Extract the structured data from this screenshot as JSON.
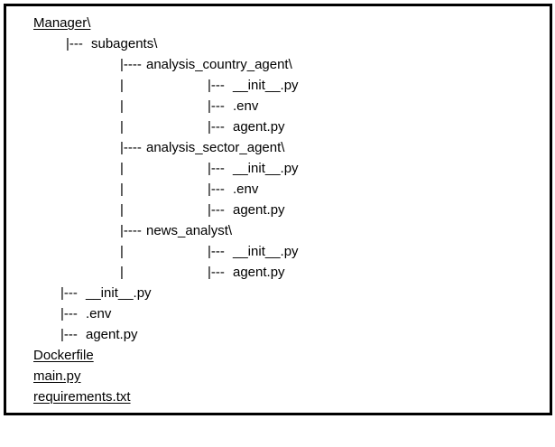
{
  "tree": {
    "lines": [
      {
        "kind": "root",
        "label": "Manager\\",
        "underline": true
      },
      {
        "kind": "entry",
        "prefix": "|---",
        "label": "subagents\\"
      },
      {
        "kind": "entry",
        "prefix": "|----",
        "label": "analysis_country_agent\\"
      },
      {
        "kind": "entry",
        "guide": "|",
        "prefix": "|---",
        "label": "__init__.py"
      },
      {
        "kind": "entry",
        "guide": "|",
        "prefix": "|---",
        "label": ".env"
      },
      {
        "kind": "entry",
        "guide": "|",
        "prefix": "|---",
        "label": "agent.py"
      },
      {
        "kind": "entry",
        "prefix": "|----",
        "label": "analysis_sector_agent\\"
      },
      {
        "kind": "entry",
        "guide": "|",
        "prefix": "|---",
        "label": "__init__.py"
      },
      {
        "kind": "entry",
        "guide": "|",
        "prefix": "|---",
        "label": ".env"
      },
      {
        "kind": "entry",
        "guide": "|",
        "prefix": "|---",
        "label": "agent.py"
      },
      {
        "kind": "entry",
        "prefix": "|----",
        "label": "news_analyst\\"
      },
      {
        "kind": "entry",
        "guide": "|",
        "prefix": "|---",
        "label": "__init__.py"
      },
      {
        "kind": "entry",
        "guide": "|",
        "prefix": "|---",
        "label": "agent.py"
      },
      {
        "kind": "entry",
        "prefix": "|---",
        "label": "__init__.py"
      },
      {
        "kind": "entry",
        "prefix": "|---",
        "label": ".env"
      },
      {
        "kind": "entry",
        "prefix": "|---",
        "label": "agent.py"
      },
      {
        "kind": "root",
        "label": "Dockerfile",
        "underline": true
      },
      {
        "kind": "root",
        "label": "main.py",
        "underline": true
      },
      {
        "kind": "root",
        "label": "requirements.txt",
        "underline": true
      }
    ]
  }
}
